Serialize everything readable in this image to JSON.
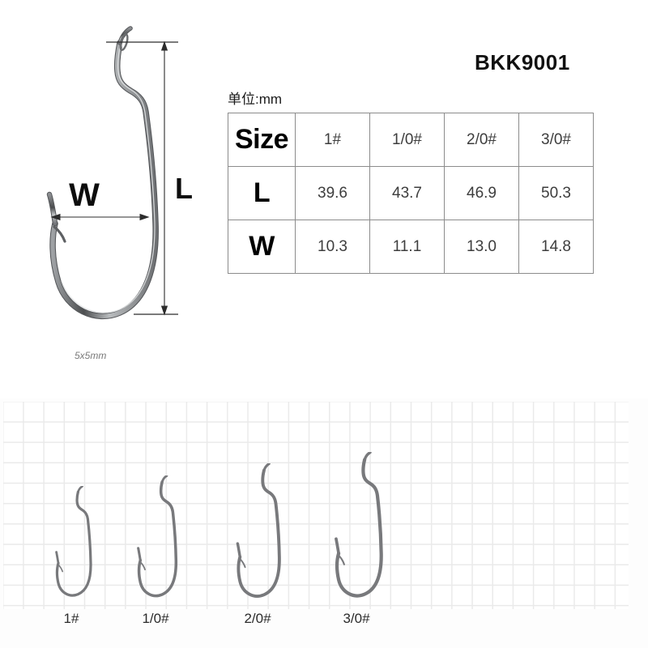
{
  "product": {
    "title": "BKK9001",
    "scale_caption": "5x5mm",
    "unit_label": "单位:mm"
  },
  "diagram": {
    "length_label": "L",
    "width_label": "W"
  },
  "spec_table": {
    "row_headers": [
      "Size",
      "L",
      "W"
    ],
    "sizes": [
      "1#",
      "1/0#",
      "2/0#",
      "3/0#"
    ],
    "rows": [
      {
        "header": "Size",
        "values": [
          "1#",
          "1/0#",
          "2/0#",
          "3/0#"
        ]
      },
      {
        "header": "L",
        "values": [
          "39.6",
          "43.7",
          "46.9",
          "50.3"
        ]
      },
      {
        "header": "W",
        "values": [
          "10.3",
          "11.1",
          "13.0",
          "14.8"
        ]
      }
    ]
  },
  "samples": {
    "labels": [
      "1#",
      "1/0#",
      "2/0#",
      "3/0#"
    ]
  },
  "colors": {
    "title": "#111111",
    "table_border": "#8c8c8c",
    "cell_text": "#3d3d3d",
    "grid_line": "#eaeaea",
    "hook_metal": "#6f7173"
  }
}
